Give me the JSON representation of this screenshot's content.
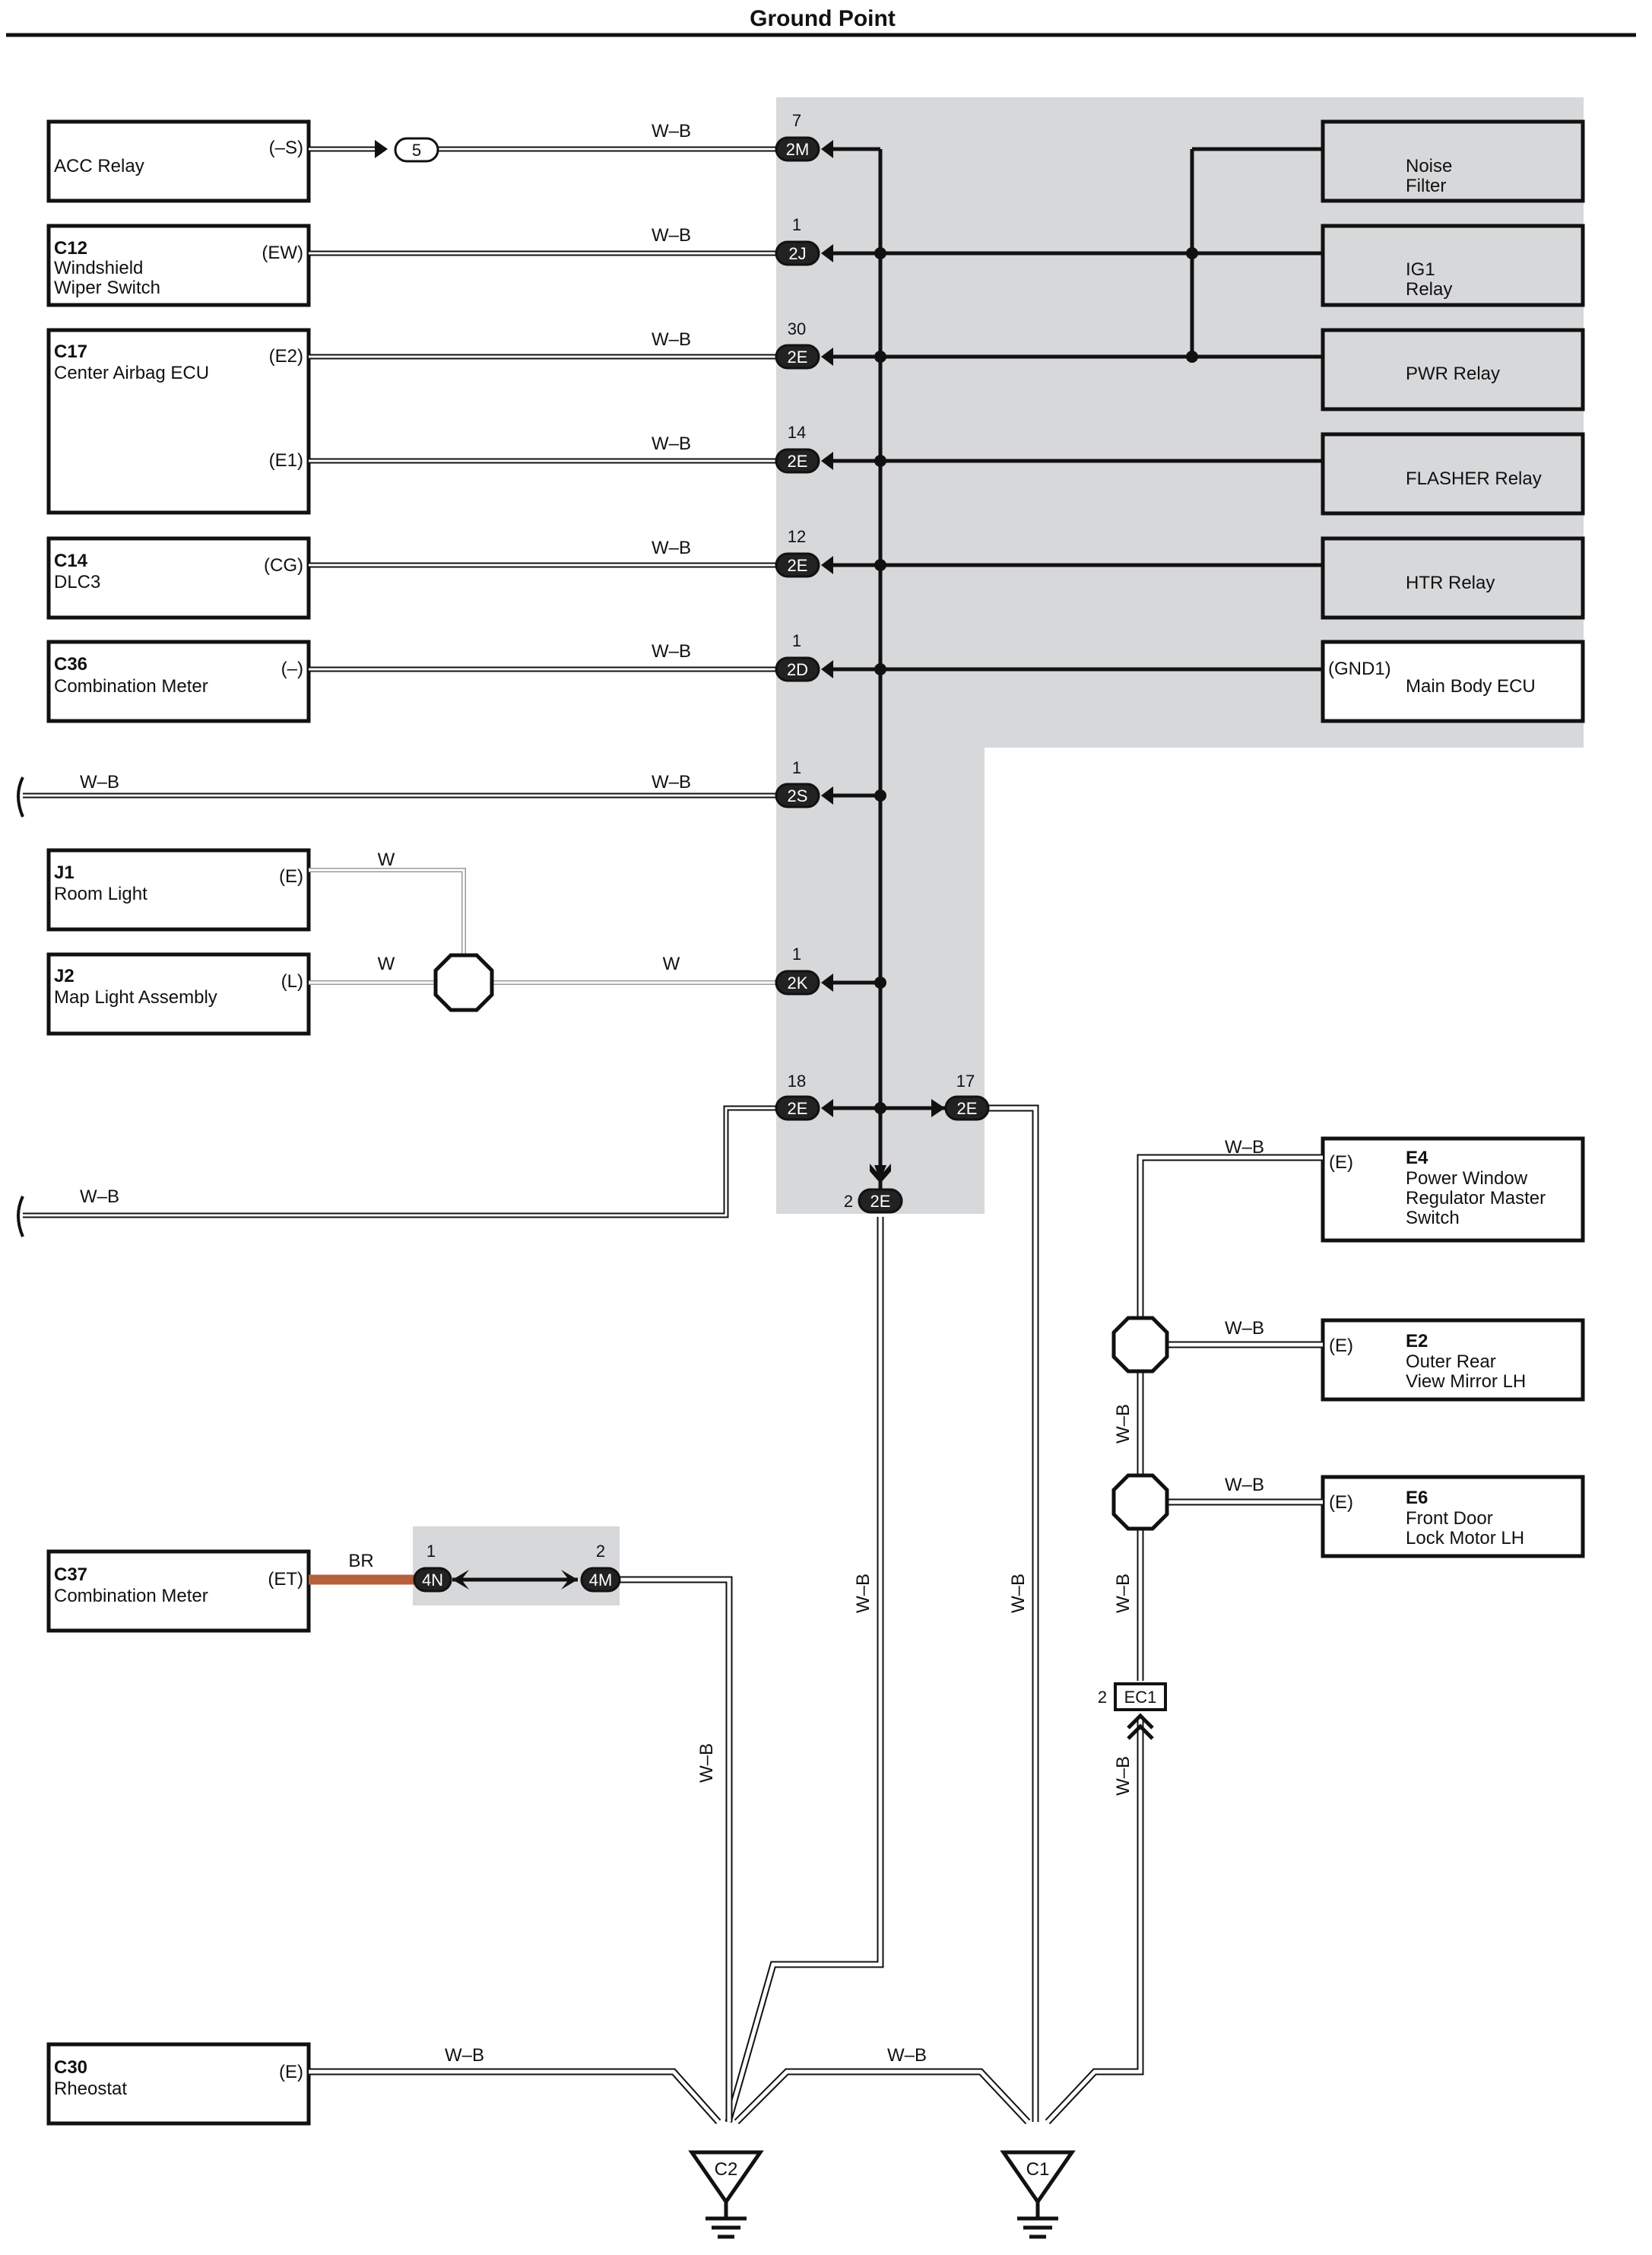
{
  "title": "Ground Point",
  "wire_colors": {
    "W-B": "#111111",
    "W": "#ffffff",
    "BR": "#b5603a"
  },
  "components": {
    "acc_relay": {
      "name": "ACC Relay",
      "pins": [
        "(–S)"
      ]
    },
    "c12": {
      "code": "C12",
      "line1": "Windshield",
      "line2": "Wiper Switch",
      "pins": [
        "(EW)"
      ]
    },
    "c17": {
      "code": "C17",
      "line1": "Center Airbag ECU",
      "pins": [
        "(E2)",
        "(E1)"
      ]
    },
    "c14": {
      "code": "C14",
      "line1": "DLC3",
      "pins": [
        "(CG)"
      ]
    },
    "c36": {
      "code": "C36",
      "line1": "Combination Meter",
      "pins": [
        "(–)"
      ]
    },
    "j1": {
      "code": "J1",
      "line1": "Room Light",
      "pins": [
        "(E)"
      ]
    },
    "j2": {
      "code": "J2",
      "line1": "Map Light Assembly",
      "pins": [
        "(L)"
      ]
    },
    "c37": {
      "code": "C37",
      "line1": "Combination Meter",
      "pins": [
        "(ET)"
      ]
    },
    "c30": {
      "code": "C30",
      "line1": "Rheostat",
      "pins": [
        "(E)"
      ]
    },
    "noise_filter": {
      "line1": "Noise",
      "line2": "Filter"
    },
    "ig1_relay": {
      "line1": "IG1",
      "line2": "Relay"
    },
    "pwr_relay": {
      "line1": "PWR Relay"
    },
    "flasher_relay": {
      "line1": "FLASHER Relay"
    },
    "htr_relay": {
      "line1": "HTR Relay"
    },
    "main_body_ecu": {
      "line1": "Main Body ECU",
      "pin": "(GND1)"
    },
    "e4": {
      "code": "E4",
      "line1": "Power Window",
      "line2": "Regulator Master",
      "line3": "Switch",
      "pin": "(E)"
    },
    "e2": {
      "code": "E2",
      "line1": "Outer Rear",
      "line2": "View Mirror LH",
      "pin": "(E)"
    },
    "e6": {
      "code": "E6",
      "line1": "Front Door",
      "line2": "Lock Motor LH",
      "pin": "(E)"
    }
  },
  "connectors": {
    "c5": {
      "label": "5"
    },
    "c2m": {
      "label": "2M",
      "pin": "7"
    },
    "c2j": {
      "label": "2J",
      "pin": "1"
    },
    "c2e30": {
      "label": "2E",
      "pin": "30"
    },
    "c2e14": {
      "label": "2E",
      "pin": "14"
    },
    "c2e12": {
      "label": "2E",
      "pin": "12"
    },
    "c2d": {
      "label": "2D",
      "pin": "1"
    },
    "c2s": {
      "label": "2S",
      "pin": "1"
    },
    "c2k": {
      "label": "2K",
      "pin": "1"
    },
    "c2e18": {
      "label": "2E",
      "pin": "18"
    },
    "c2e17": {
      "label": "2E",
      "pin": "17"
    },
    "c2e2": {
      "label": "2E",
      "pin": "2"
    },
    "c4n": {
      "label": "4N",
      "pin": "1"
    },
    "c4m": {
      "label": "4M",
      "pin": "2"
    },
    "ec1": {
      "label": "EC1",
      "pin": "2"
    }
  },
  "wire_labels": {
    "wb": "W–B",
    "w": "W",
    "br": "BR"
  },
  "grounds": {
    "c2": "C2",
    "c1": "C1"
  }
}
